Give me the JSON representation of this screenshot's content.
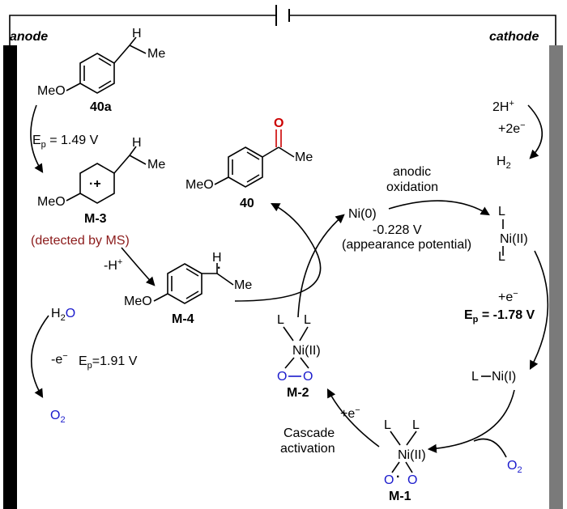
{
  "electrodes": {
    "anode_label": "anode",
    "cathode_label": "cathode"
  },
  "molecules": {
    "m40a": {
      "label": "40a",
      "meo": "MeO",
      "h": "H",
      "me": "Me"
    },
    "m3": {
      "label": "M-3",
      "meo": "MeO",
      "h": "H",
      "me": "Me",
      "radical_cation": "·+",
      "detected": "(detected by MS)"
    },
    "m4": {
      "label": "M-4",
      "meo": "MeO",
      "h": "H",
      "me": "Me",
      "radical": "·"
    },
    "m40": {
      "label": "40",
      "meo": "MeO",
      "o": "O",
      "me": "Me"
    }
  },
  "anode_steps": {
    "ep1": "E",
    "ep1_sub": "p",
    "ep1_val": " = 1.49 V",
    "deprot_minus": "-H",
    "deprot_plus": "+",
    "water_h": "H",
    "water_2": "2",
    "water_o": "O",
    "minus_e": "-e",
    "minus_e_sup": "−",
    "ep2": "E",
    "ep2_sub": "p",
    "ep2_val": "=1.91 V",
    "o2_o": "O",
    "o2_2": "2"
  },
  "cathode_steps": {
    "h2plus": "2H",
    "h2plus_sup": "+",
    "plus2e": "+2e",
    "plus2e_sup": "−",
    "h2_h": "H",
    "h2_2": "2"
  },
  "cycle": {
    "ni0": "Ni(0)",
    "anodic1": "anodic",
    "anodic2": "oxidation",
    "pot1": "-0.228 V",
    "pot2": "(appearance potential)",
    "l": "L",
    "ni2": "Ni(II)",
    "plus_e": "+e",
    "plus_e_sup": "−",
    "ep3": "E",
    "ep3_sub": "p",
    "ep3_val": " = -1.78 V",
    "lni1_l": "L",
    "lni1_ni": "Ni(I)",
    "o2_o": "O",
    "o2_2": "2",
    "m1": "M-1",
    "m2": "M-2",
    "o": "O",
    "dot": "·",
    "cascade1": "Cascade",
    "cascade2": "activation",
    "plus_e2": "+e",
    "plus_e2_sup": "−"
  },
  "colors": {
    "blue": "#1a1acc",
    "red": "#cc0000",
    "brown": "#8b1a1a",
    "anode_bar": "#000000",
    "cathode_bar": "#7a7a7a"
  }
}
